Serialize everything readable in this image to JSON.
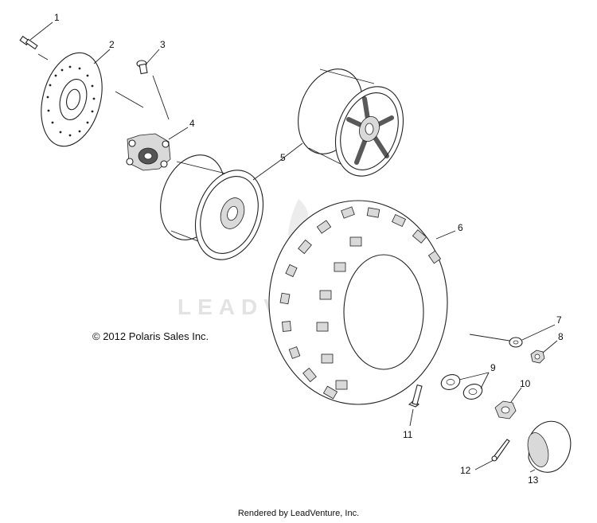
{
  "copyright": "© 2012 Polaris Sales Inc.",
  "watermark": "LEADVENTURE",
  "footer": "Rendered by LeadVenture, Inc.",
  "callouts": [
    "1",
    "2",
    "3",
    "4",
    "5",
    "6",
    "7",
    "8",
    "9",
    "10",
    "11",
    "12",
    "13"
  ]
}
